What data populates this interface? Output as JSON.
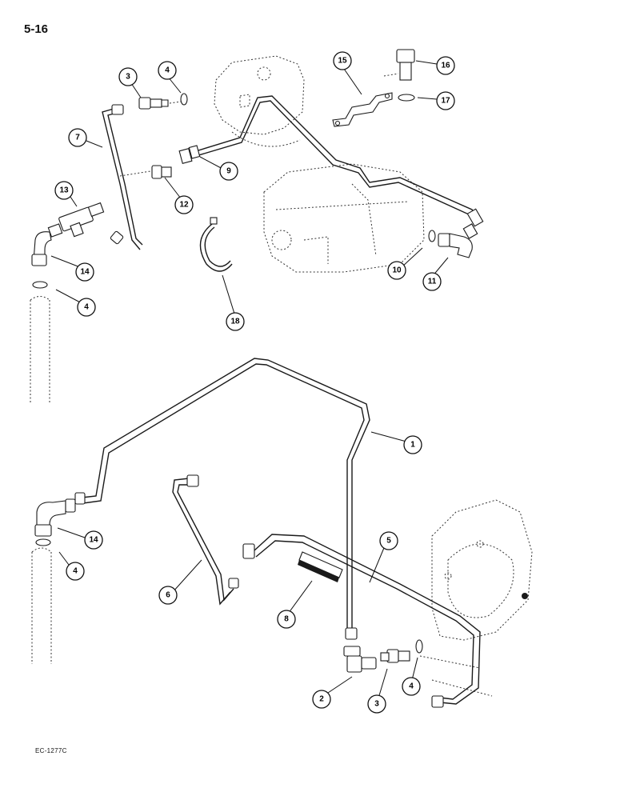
{
  "page": {
    "number": "5-16",
    "figure_code": "EC-1277C"
  },
  "callouts": [
    {
      "id": "c1",
      "label": "1"
    },
    {
      "id": "c2",
      "label": "2"
    },
    {
      "id": "c3a",
      "label": "3"
    },
    {
      "id": "c3b",
      "label": "3"
    },
    {
      "id": "c4a",
      "label": "4"
    },
    {
      "id": "c4b",
      "label": "4"
    },
    {
      "id": "c4c",
      "label": "4"
    },
    {
      "id": "c4d",
      "label": "4"
    },
    {
      "id": "c5",
      "label": "5"
    },
    {
      "id": "c6",
      "label": "6"
    },
    {
      "id": "c7",
      "label": "7"
    },
    {
      "id": "c8",
      "label": "8"
    },
    {
      "id": "c9",
      "label": "9"
    },
    {
      "id": "c10",
      "label": "10"
    },
    {
      "id": "c11",
      "label": "11"
    },
    {
      "id": "c12",
      "label": "12"
    },
    {
      "id": "c13",
      "label": "13"
    },
    {
      "id": "c14a",
      "label": "14"
    },
    {
      "id": "c14b",
      "label": "14"
    },
    {
      "id": "c15",
      "label": "15"
    },
    {
      "id": "c16",
      "label": "16"
    },
    {
      "id": "c17",
      "label": "17"
    },
    {
      "id": "c18",
      "label": "18"
    }
  ]
}
